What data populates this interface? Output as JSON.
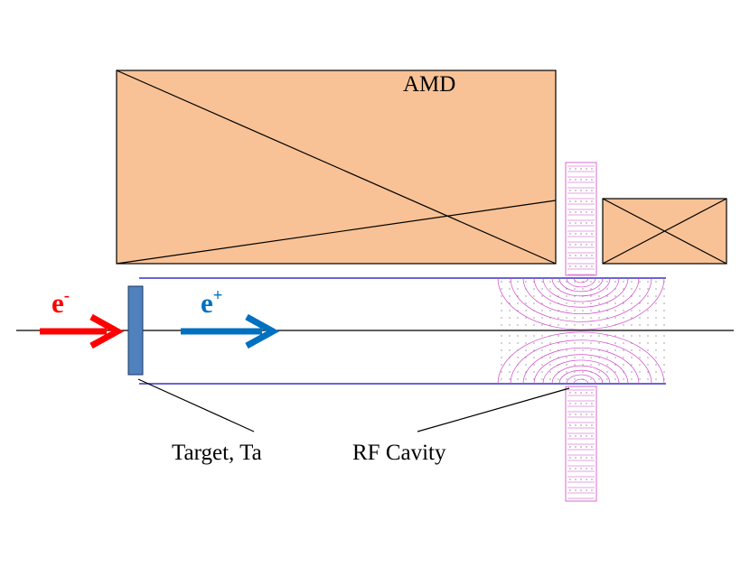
{
  "labels": {
    "amd": "AMD",
    "target": "Target, Ta",
    "rf_cavity": "RF Cavity"
  },
  "particles": {
    "electron": {
      "symbol": "e",
      "charge": "-",
      "color": "#ff0000"
    },
    "positron": {
      "symbol": "e",
      "charge": "+",
      "color": "#0070c0"
    }
  },
  "colors": {
    "magnet_fill": "#f8c296",
    "target_fill": "#4f81bd",
    "beam_pipe": "#3333cc",
    "field_lines": "#d046c8"
  }
}
